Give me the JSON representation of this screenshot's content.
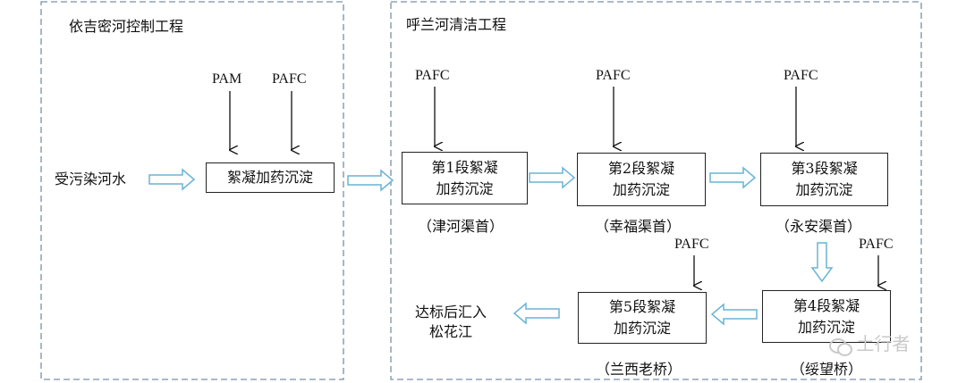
{
  "panels": {
    "left_title": "依吉密河控制工程",
    "right_title": "呼兰河清洁工程"
  },
  "source": "受污染河水",
  "stage0": {
    "label": "絮凝加药沉淀",
    "inputs": [
      "PAM",
      "PAFC"
    ]
  },
  "stages": [
    {
      "line1": "第1段絮凝",
      "line2": "加药沉淀",
      "location": "（津河渠首）",
      "input": "PAFC"
    },
    {
      "line1": "第2段絮凝",
      "line2": "加药沉淀",
      "location": "（幸福渠首）",
      "input": "PAFC"
    },
    {
      "line1": "第3段絮凝",
      "line2": "加药沉淀",
      "location": "（永安渠首）",
      "input": "PAFC"
    },
    {
      "line1": "第4段絮凝",
      "line2": "加药沉淀",
      "location": "（绥望桥）",
      "input": "PAFC"
    },
    {
      "line1": "第5段絮凝",
      "line2": "加药沉淀",
      "location": "（兰西老桥）",
      "input": "PAFC"
    }
  ],
  "outlet": {
    "line1": "达标后汇入",
    "line2": "松花江"
  },
  "watermark": "土行者",
  "colors": {
    "panel_border": "#7b8fa6",
    "flow_arrow": "#69b3d6",
    "line": "#111111"
  }
}
